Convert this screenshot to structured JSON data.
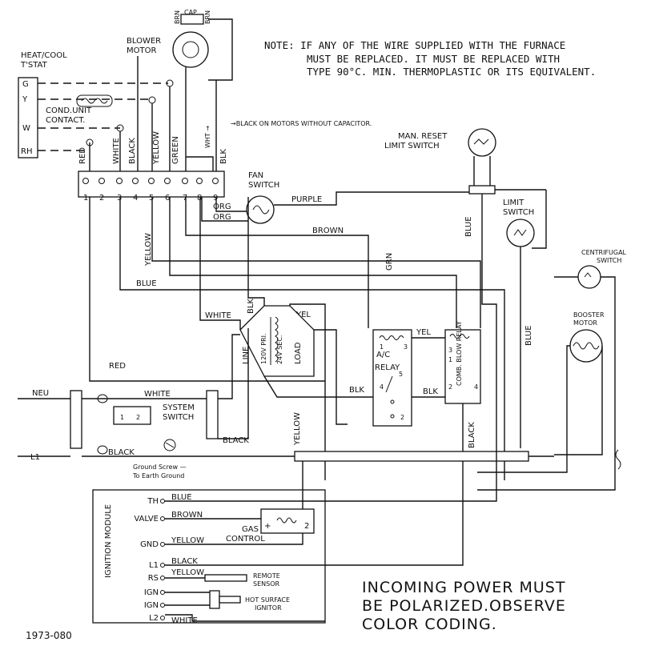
{
  "note": {
    "line1": "NOTE:  IF ANY OF THE WIRE SUPPLIED WITH THE FURNACE",
    "line2": "MUST BE REPLACED. IT MUST BE REPLACED WITH",
    "line3": "TYPE 90°C. MIN. THERMOPLASTIC OR ITS EQUIVALENT."
  },
  "thermostat": {
    "title1": "HEAT/COOL",
    "title2": "T'STAT",
    "terminals": [
      "G",
      "Y",
      "W",
      "RH"
    ]
  },
  "cond_unit": {
    "line1": "COND.UNIT",
    "line2": "CONTACT."
  },
  "blower": {
    "line1": "BLOWER",
    "line2": "MOTOR",
    "cap": "CAP",
    "brn": "BRN"
  },
  "black_note": "→BLACK ON MOTORS WITHOUT CAPACITOR.",
  "wht_plus": "WHT →",
  "terminal_strip": {
    "numbers": [
      "1",
      "2",
      "3",
      "4",
      "5",
      "6",
      "7",
      "8",
      "9"
    ],
    "wire_tops": [
      "RED",
      "WHITE",
      "BLACK",
      "YELLOW",
      "GREEN",
      "BLK"
    ]
  },
  "fan_switch": {
    "line1": "FAN",
    "line2": "SWITCH",
    "org": "ORG"
  },
  "man_reset": {
    "line1": "MAN. RESET",
    "line2": "LIMIT SWITCH"
  },
  "limit_switch": {
    "line1": "LIMIT",
    "line2": "SWITCH"
  },
  "centrifugal": {
    "line1": "CENTRIFUGAL",
    "line2": "SWITCH"
  },
  "booster": {
    "line1": "BOOSTER",
    "line2": "MOTOR"
  },
  "wires": {
    "purple": "PURPLE",
    "brown": "BROWN",
    "grn": "GRN",
    "blue": "BLUE",
    "yellow": "YELLOW",
    "white": "WHITE",
    "blk": "BLK",
    "yel": "YEL",
    "red": "RED",
    "black": "BLACK"
  },
  "transformer": {
    "line": "LINE",
    "pri": "120V PRI.",
    "sec": "24V SEC.",
    "load": "LOAD"
  },
  "ac_relay": {
    "t1": "1",
    "t3": "3",
    "ac": "A/C",
    "relay": "RELAY",
    "t5": "5",
    "t4": "4",
    "t2": "2"
  },
  "comb_relay": {
    "t3": "3",
    "t1": "1",
    "text": "COMB. BLOW RELAY",
    "t2": "2",
    "t4": "4"
  },
  "power": {
    "neu": "NEU",
    "l1": "L1"
  },
  "system_switch": {
    "line1": "SYSTEM",
    "line2": "SWITCH",
    "t1": "1",
    "t2": "2"
  },
  "ground": {
    "line1": "Ground Screw —",
    "line2": "To Earth Ground"
  },
  "ignition": {
    "title": "IGNITION MODULE",
    "terminals": [
      "TH",
      "VALVE",
      "GND",
      "L1",
      "RS",
      "IGN",
      "IGN",
      "L2"
    ],
    "wires": [
      "BLUE",
      "BROWN",
      "YELLOW",
      "BLACK",
      "YELLOW",
      "WHITE"
    ]
  },
  "gas_control": {
    "line1": "GAS",
    "line2": "CONTROL",
    "plus": "+",
    "t2": "2"
  },
  "remote_sensor": {
    "line1": "REMOTE",
    "line2": "SENSOR"
  },
  "igniter": {
    "line1": "HOT SURFACE",
    "line2": "IGNITOR"
  },
  "warning": {
    "line1": "INCOMING POWER MUST",
    "line2": "BE POLARIZED.OBSERVE",
    "line3": "COLOR CODING."
  },
  "diagram_id": "1973-080"
}
